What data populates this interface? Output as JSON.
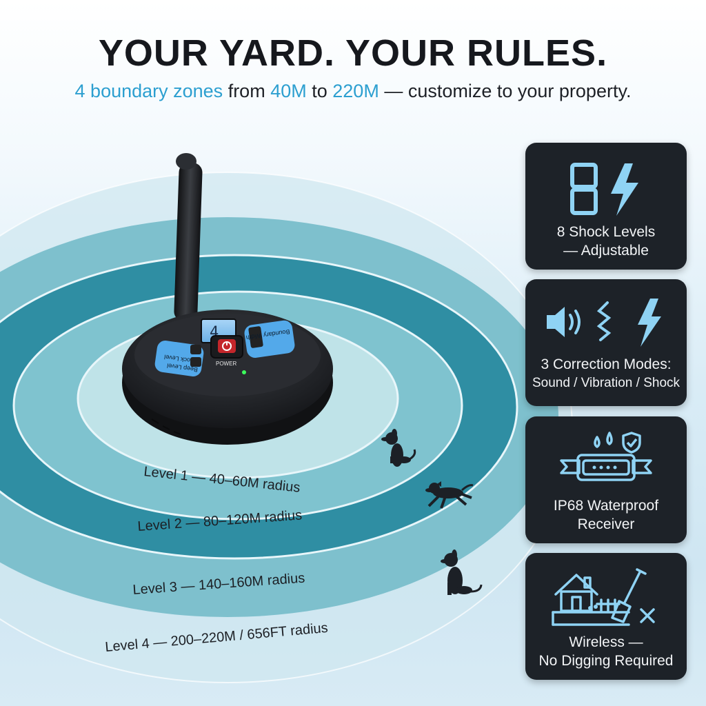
{
  "headline": "YOUR YARD. YOUR RULES.",
  "subline": {
    "part1": "4 boundary zones",
    "part2": " from ",
    "part3": "40M",
    "part4": " to ",
    "part5": "220M",
    "part6": " — customize to your property."
  },
  "colors": {
    "accent": "#2c9fd0",
    "card_bg": "#1d2228",
    "icon": "#8fd3f4",
    "ring_dark": "#2f8fa5",
    "ring_mid": "#7cc0cf",
    "ring_light": "#b5dde6"
  },
  "device": {
    "display_value": "4",
    "power_label": "POWER",
    "left_label_1": "Shock Level",
    "left_label_2": "Beep Level",
    "right_label": "Boundary Width"
  },
  "levels": [
    {
      "label": "Level 1 — 40–60M radius"
    },
    {
      "label": "Level 2 — 80–120M radius"
    },
    {
      "label": "Level 3 — 140–160M radius"
    },
    {
      "label": "Level 4 — 200–220M / 656FT radius"
    }
  ],
  "features": [
    {
      "icon": "digit-eight-lightning-icon",
      "line1": "8 Shock Levels",
      "line2": "— Adjustable"
    },
    {
      "icon": "sound-vibration-shock-icon",
      "line1": "3 Correction Modes:",
      "line2": "Sound / Vibration / Shock"
    },
    {
      "icon": "waterproof-collar-icon",
      "line1": "IP68 Waterproof",
      "line2": "Receiver"
    },
    {
      "icon": "house-shovel-icon",
      "line1": "Wireless —",
      "line2": "No Digging Required"
    }
  ]
}
